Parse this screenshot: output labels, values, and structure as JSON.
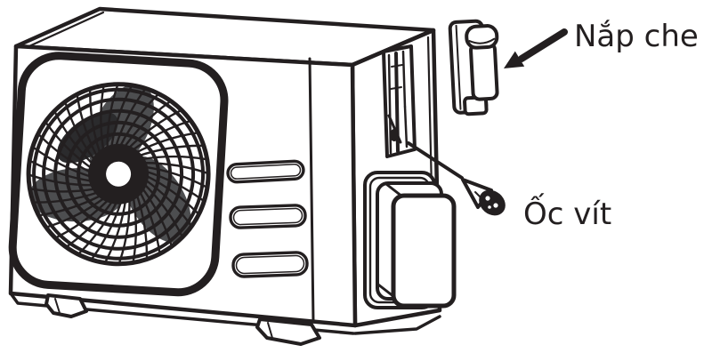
{
  "labels": {
    "cover": "Nắp che",
    "screw": "Ốc vít"
  },
  "parts": [
    "ac-outdoor-unit",
    "fan-grille",
    "air-vent-slots",
    "pipe-connection-recess",
    "valve-cover-housing",
    "mounting-feet",
    "cover-cap",
    "screw"
  ],
  "colors": {
    "ink": "#231f20",
    "background": "#ffffff",
    "fan_blade_gray": "#4d4e50",
    "fan_blade_dark": "#2b2b2d"
  }
}
